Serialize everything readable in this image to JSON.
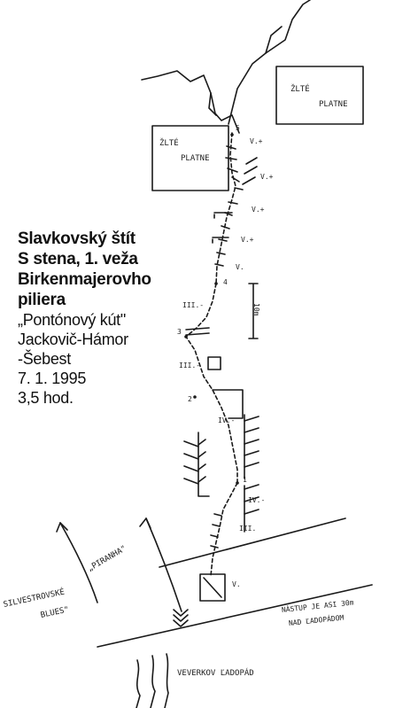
{
  "title": {
    "mountain": "Slavkovský štít",
    "face": "S stena, 1. veža",
    "pillar_line1": "Birkenmajerovho",
    "pillar_line2": "piliera",
    "route_name": "„Pontónový kút\"",
    "authors_line1": "Jackovič-Hámor",
    "authors_line2": "-Šebest",
    "date": "7. 1. 1995",
    "duration": "3,5 hod."
  },
  "labels": {
    "yellow_slabs_right_1": "ŽLTÉ",
    "yellow_slabs_right_2": "PLATNE",
    "yellow_slabs_left_1": "ŽLTÉ",
    "yellow_slabs_left_2": "PLATNE",
    "piranha": "„PIRANHA\"",
    "silvestrovske_1": "SILVESTROVSKÉ",
    "silvestrovske_2": "BLUES\"",
    "approach_1": "NÁSTUP JE ASI 30m",
    "approach_2": "NAD ĽADOPÁDOM",
    "icefall": "VEVERKOV ĽADOPÁD",
    "scale": "10m"
  },
  "grades": {
    "g1": "V.+",
    "g2": "V.+",
    "g3": "V.+",
    "g4": "V.+",
    "g5": "V.",
    "g6": "III.-",
    "g7": "III.-",
    "g8": "IV.-",
    "g9": "IV.-",
    "g10": "III.",
    "g11": "V."
  },
  "belays": {
    "b5": "5",
    "b4": "4",
    "b3": "3",
    "b2": "2",
    "b1": "1"
  }
}
